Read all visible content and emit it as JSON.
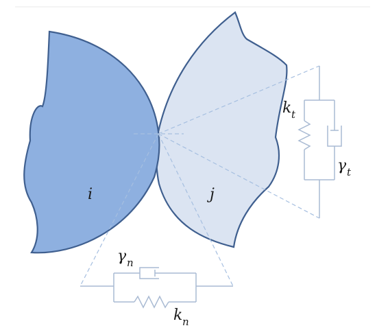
{
  "diagram": {
    "body_i_label": "i",
    "body_j_label": "j",
    "normal_spring": {
      "symbol": "k",
      "subscript": "n"
    },
    "normal_damper": {
      "symbol": "γ",
      "subscript": "n"
    },
    "tangential_spring": {
      "symbol": "k",
      "subscript": "t"
    },
    "tangential_damper": {
      "symbol": "γ",
      "subscript": "t"
    },
    "colors": {
      "body_i_fill": "#8eb0e0",
      "body_j_fill": "#dbe4f2",
      "outline": "#3f5f8f",
      "circuit_line": "#a9bad3",
      "dashed_line": "#a6bfe0"
    }
  }
}
